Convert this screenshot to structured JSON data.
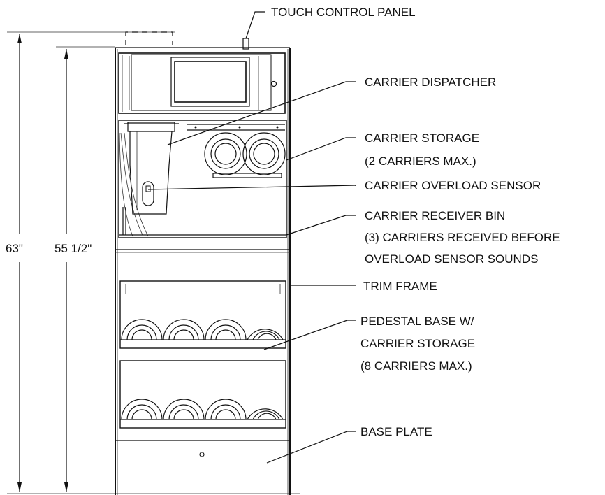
{
  "dimensions": {
    "overall_height": "63\"",
    "cabinet_height": "55 1/2\""
  },
  "callouts": {
    "touch_control_panel": "TOUCH CONTROL PANEL",
    "carrier_dispatcher": "CARRIER DISPATCHER",
    "carrier_storage": [
      "CARRIER STORAGE",
      "(2 CARRIERS MAX.)"
    ],
    "carrier_overload_sensor": "CARRIER OVERLOAD SENSOR",
    "carrier_receiver_bin": [
      "CARRIER RECEIVER BIN",
      "(3) CARRIERS RECEIVED BEFORE",
      "OVERLOAD SENSOR SOUNDS"
    ],
    "trim_frame": "TRIM FRAME",
    "pedestal_base": [
      "PEDESTAL BASE W/",
      "CARRIER STORAGE",
      "(8 CARRIERS MAX.)"
    ],
    "base_plate": "BASE PLATE"
  }
}
